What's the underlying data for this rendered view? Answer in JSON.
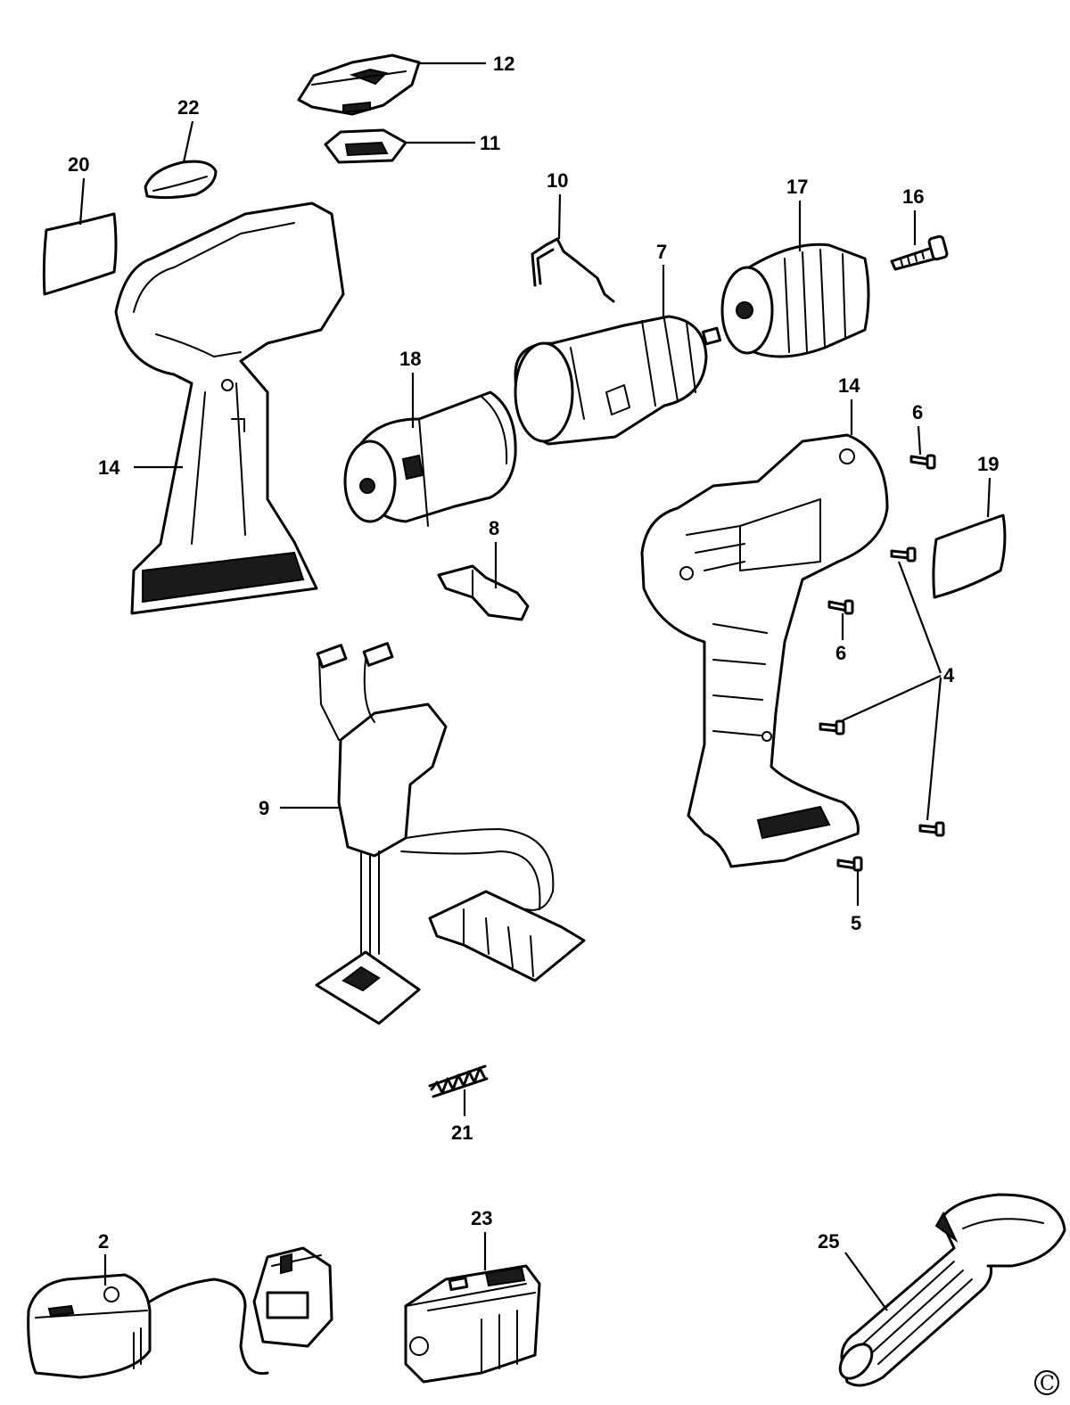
{
  "labels": {
    "p2": "2",
    "p4": "4",
    "p5": "5",
    "p6a": "6",
    "p6b": "6",
    "p7": "7",
    "p8": "8",
    "p9": "9",
    "p10": "10",
    "p11": "11",
    "p12": "12",
    "p14a": "14",
    "p14b": "14",
    "p16": "16",
    "p17": "17",
    "p18": "18",
    "p19": "19",
    "p20": "20",
    "p21": "21",
    "p22": "22",
    "p23": "23",
    "p25": "25"
  },
  "copyright": "C"
}
